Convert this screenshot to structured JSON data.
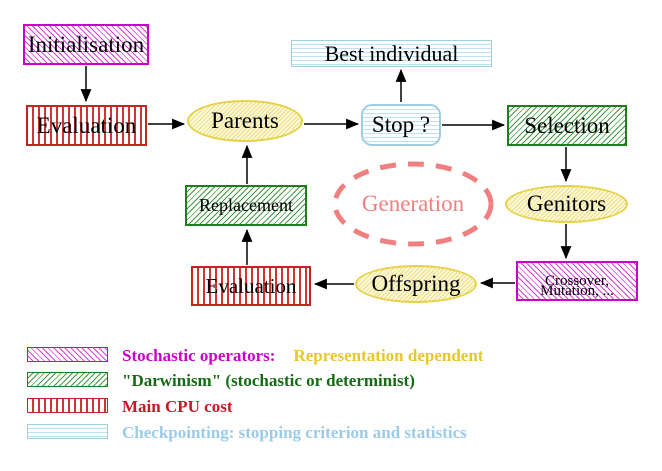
{
  "nodes": {
    "initialisation": "Initialisation",
    "evaluation_top": "Evaluation",
    "parents": "Parents",
    "best_individual": "Best individual",
    "stop": "Stop ?",
    "selection": "Selection",
    "generation": "Generation",
    "genitors": "Genitors",
    "replacement": "Replacement",
    "evaluation_bottom": "Evaluation",
    "offspring": "Offspring",
    "crossover_line1": "Crossover,",
    "crossover_line2": "Mutation, ..."
  },
  "legend": {
    "rows": [
      {
        "swatch": "magenta-diagonal-hatch",
        "text": "Stochastic operators:",
        "text2": "Representation dependent"
      },
      {
        "swatch": "green-diagonal-hatch",
        "text": "\"Darwinism\" (stochastic or determinist)"
      },
      {
        "swatch": "red-vertical-stripes",
        "text": "Main CPU cost"
      },
      {
        "swatch": "cyan-horizontal-stripes",
        "text": "Checkpointing: stopping criterion and statistics"
      }
    ]
  },
  "colors": {
    "magenta": "#c800c8",
    "red": "#c42424",
    "green_border": "#1e7d1e",
    "green_text": "#156b15",
    "yellow_border": "#e6d24a",
    "gold_text": "#e8c62e",
    "cyan_border": "#a0cde0",
    "cyan_text": "#9ccbe8",
    "salmon": "#f08080",
    "arrow": "#000000"
  }
}
